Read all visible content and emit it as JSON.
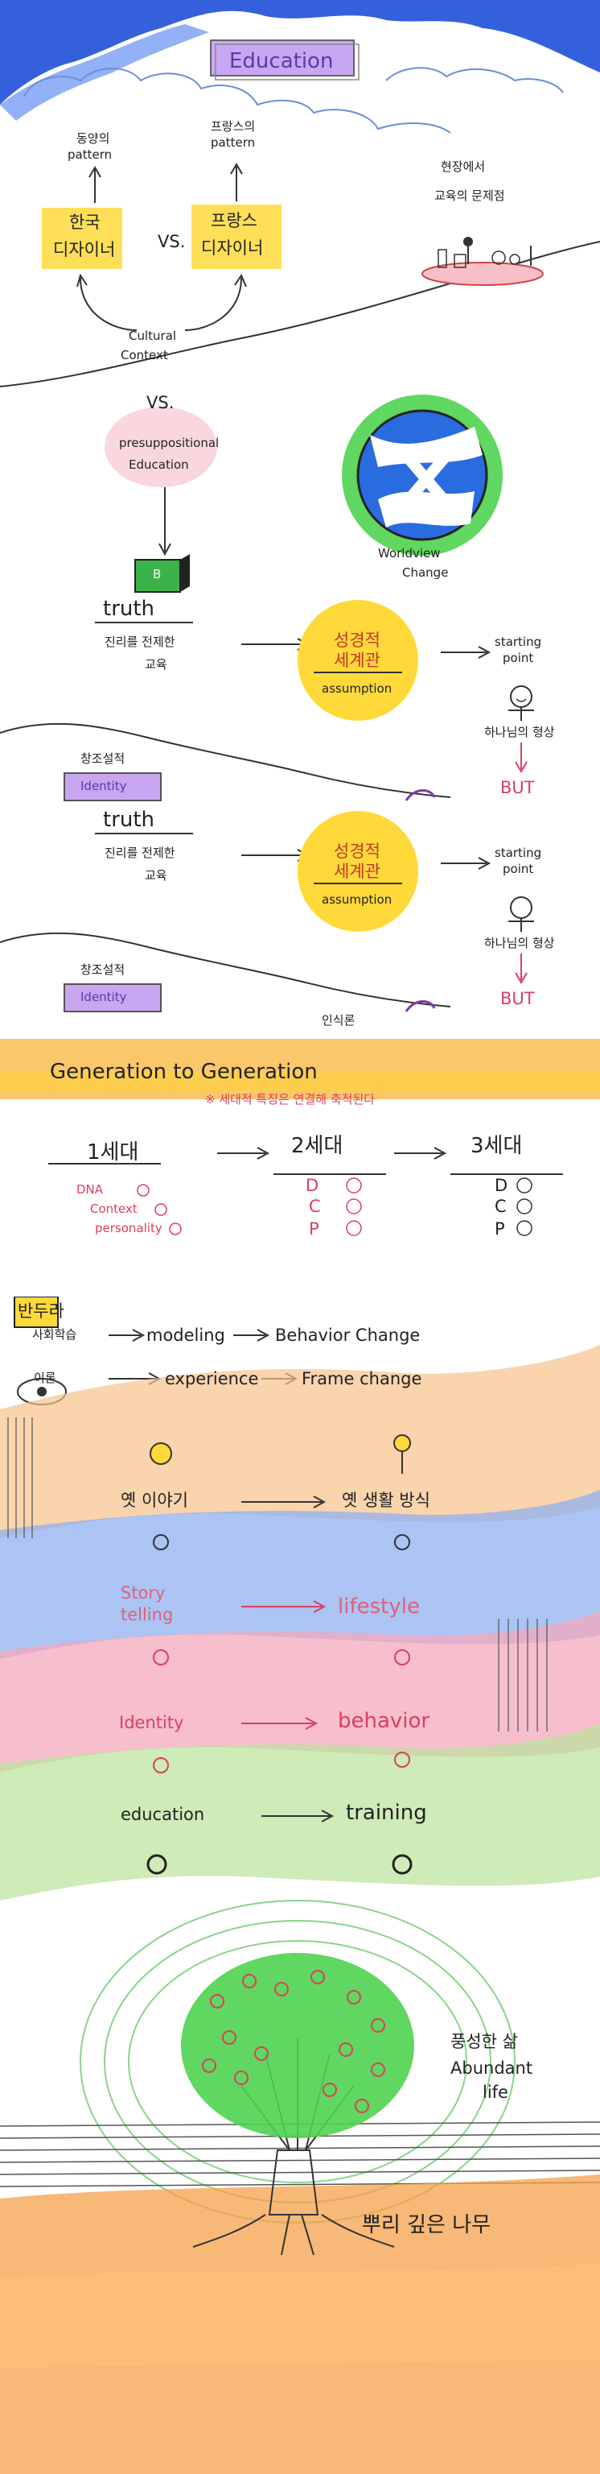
{
  "header": {
    "title": "Education"
  },
  "section1": {
    "korea_top": "동양의",
    "korea_top2": "pattern",
    "france_top": "프랑스의",
    "france_top2": "pattern",
    "korea_box_line1": "한국",
    "korea_box_line2": "디자이너",
    "vs": "VS.",
    "france_box_line1": "프랑스",
    "france_box_line2": "디자이너",
    "cultural_line1": "Cultural",
    "cultural_line2": "Context",
    "field_line1": "현장에서",
    "field_line2": "교육의 문제점"
  },
  "section2": {
    "vs": "VS.",
    "presup_line1": "presuppositional",
    "presup_line2": "Education",
    "worldview_line1": "Worldview",
    "worldview_line2": "Change",
    "book_label": "B",
    "truth": "truth",
    "truth_sub1": "진리를 전제한",
    "truth_sub2": "교육",
    "circle_line1": "성경적",
    "circle_line2": "세계관",
    "assumption": "assumption",
    "starting_line1": "starting",
    "starting_line2": "point",
    "hope": "하나님의 형상",
    "but": "BUT",
    "creation": "창조설적",
    "identity": "Identity"
  },
  "section2b": {
    "truth": "truth",
    "truth_sub1": "진리를 전제한",
    "truth_sub2": "교육",
    "circle_line1": "성경적",
    "circle_line2": "세계관",
    "assumption": "assumption",
    "starting_line1": "starting",
    "starting_line2": "point",
    "hope": "하나님의 형상",
    "but": "BUT",
    "creation": "창조설적",
    "identity": "Identity",
    "extra": "인식론"
  },
  "section3": {
    "title": "Generation to Generation",
    "subtitle": "※ 세대적 특징은 연결해 축적된다",
    "gen1": "1세대",
    "gen2": "2세대",
    "gen3": "3세대",
    "gen1_items": [
      "DNA",
      "Context",
      "personality"
    ],
    "gen2_items": [
      "D",
      "C",
      "P"
    ],
    "gen3_items": [
      "D",
      "C",
      "P"
    ]
  },
  "section4": {
    "badge": "반두라",
    "theory_line1": "사회학습",
    "theory_line2": "이론",
    "modeling": "modeling",
    "behavior_change": "Behavior Change",
    "experience": "experience",
    "frame_change": "Frame change",
    "story_kr": "옛 이야기",
    "life_kr": "옛 생활 방식",
    "story_en_line1": "Story",
    "story_en_line2": "telling",
    "lifestyle": "lifestyle",
    "identity": "Identity",
    "behavior": "behavior",
    "education": "education",
    "training": "training"
  },
  "section5": {
    "abundant_kr": "풍성한 삶",
    "abundant_line1": "Abundant",
    "abundant_line2": "life",
    "roots": "뿌리 깊은 나무"
  },
  "colors": {
    "sky": "#1f4fd8",
    "yellow": "#ffd93a",
    "purple": "#c9a6f2",
    "green": "#4fd34f",
    "orange": "#f6a04a",
    "blue": "#8fb0f0",
    "pink": "#f4a8bc",
    "red": "#d84060"
  },
  "icons": [
    "globe-icon",
    "book-icon",
    "smiley-icon",
    "stick-figure-icon",
    "tree-icon",
    "arrow-icon",
    "clock-icon"
  ]
}
